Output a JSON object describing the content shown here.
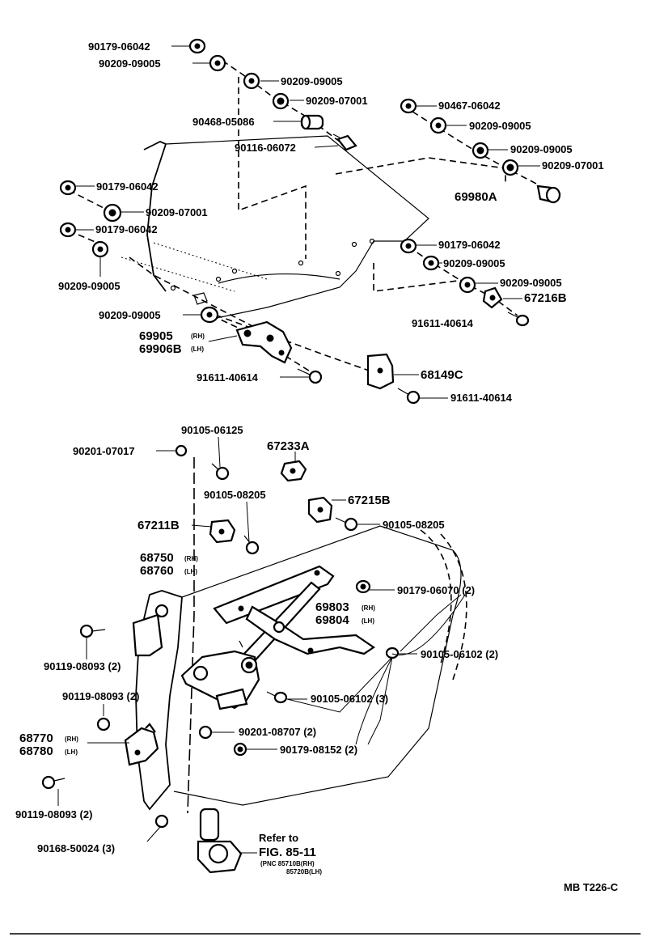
{
  "diagram": {
    "code": "MB T226-C",
    "labels": {
      "l01": "90179-06042",
      "l02": "90209-09005",
      "l03": "90209-09005",
      "l04": "90209-07001",
      "l05": "90468-05086",
      "l06": "90116-06072",
      "l07": "90467-06042",
      "l08": "90209-09005",
      "l09": "90209-09005",
      "l10": "90209-07001",
      "l11": "69980A",
      "l12": "90179-06042",
      "l13": "90209-07001",
      "l14": "90179-06042",
      "l15": "90209-09005",
      "l16": "90179-06042",
      "l17": "90209-09005",
      "l18": "90209-09005",
      "l19": "67216B",
      "l20": "91611-40614",
      "l21": "90209-09005",
      "l22": "69905",
      "l23": "69906B",
      "l24": "91611-40614",
      "l25": "68149C",
      "l26": "91611-40614",
      "l27": "90105-06125",
      "l28": "90201-07017",
      "l29": "67233A",
      "l30": "90105-08205",
      "l31": "67215B",
      "l32": "67211B",
      "l33": "90105-08205",
      "l34": "68750",
      "l35": "68760",
      "l36": "90179-06070 (2)",
      "l37": "69803",
      "l38": "69804",
      "l39": "90119-08093 (2)",
      "l40": "90105-06102 (2)",
      "l41": "90119-08093 (2)",
      "l42": "90105-06102 (3)",
      "l43": "68770",
      "l44": "68780",
      "l45": "90201-08707 (2)",
      "l46": "90179-08152 (2)",
      "l47": "90119-08093 (2)",
      "l48": "90168-50024 (3)",
      "l49": "Refer to",
      "l50": "FIG. 85-11",
      "l51": "(PNC 85710B(RH)",
      "l52": "85720B(LH)"
    },
    "side_tags": {
      "rh1": "(RH)",
      "lh1": "(LH)",
      "rh2": "(RH)",
      "lh2": "(LH)",
      "rh3": "(RH)",
      "lh3": "(LH)",
      "rh4": "(RH)",
      "lh4": "(LH)"
    }
  }
}
